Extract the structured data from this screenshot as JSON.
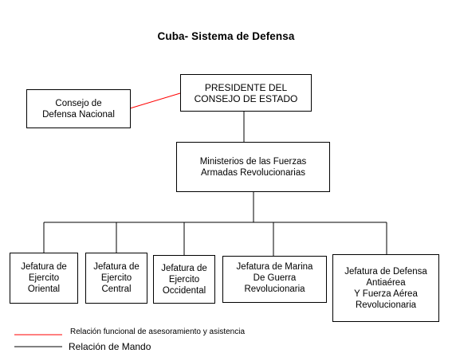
{
  "title": "Cuba- Sistema de Defensa",
  "colors": {
    "advisory_line": "#ff0000",
    "command_line": "#000000"
  },
  "nodes": {
    "presidente": "PRESIDENTE DEL\nCONSEJO DE ESTADO",
    "consejo": "Consejo de\nDefensa Nacional",
    "ministerios": "Ministerios de las Fuerzas\nArmadas Revolucionarias",
    "oriental": "Jefatura de\nEjercito\nOriental",
    "central": "Jefatura de\nEjercito\nCentral",
    "occidental": "Jefatura de\nEjercito\nOccidental",
    "marina": "Jefatura de Marina\nDe Guerra\nRevolucionaria",
    "defensa": "Jefatura de Defensa\nAntiaérea\nY Fuerza Aérea\nRevolucionaria"
  },
  "legend": {
    "advisory": "Relación funcional de asesoramiento y asistencia",
    "command": "Relación de Mando"
  }
}
